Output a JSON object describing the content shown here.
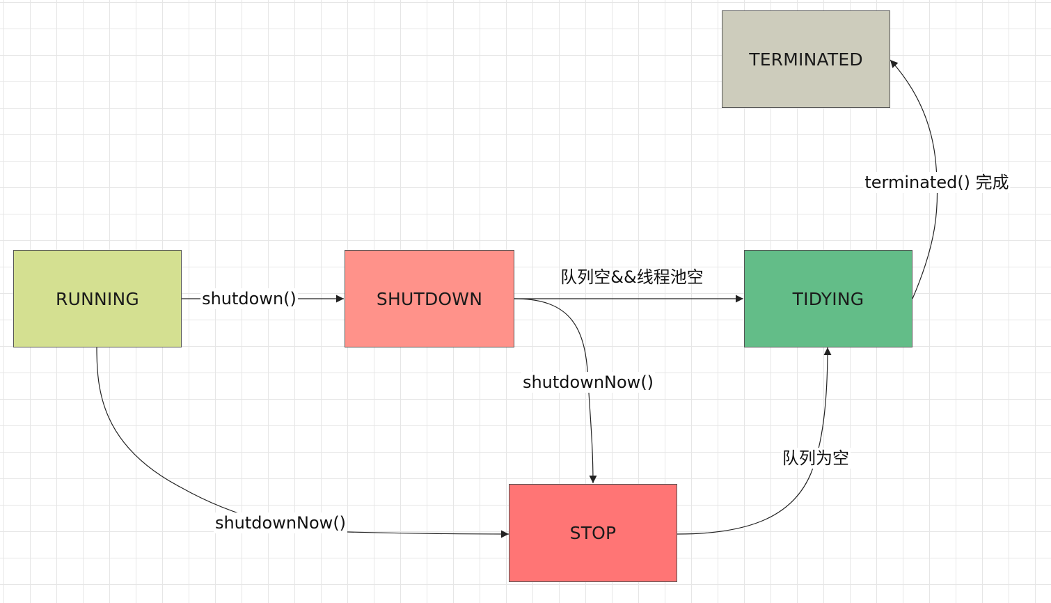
{
  "states": {
    "running": {
      "label": "RUNNING",
      "color": "#d4e091"
    },
    "shutdown": {
      "label": "SHUTDOWN",
      "color": "#ff928a"
    },
    "tidying": {
      "label": "TIDYING",
      "color": "#63bd88"
    },
    "terminated": {
      "label": "TERMINATED",
      "color": "#cdccbc"
    },
    "stop": {
      "label": "STOP",
      "color": "#ff7575"
    }
  },
  "transitions": {
    "running_to_shutdown": {
      "label": "shutdown()"
    },
    "shutdown_to_tidying": {
      "label": "队列空&&线程池空"
    },
    "shutdown_to_stop": {
      "label": "shutdownNow()"
    },
    "running_to_stop": {
      "label": "shutdownNow()"
    },
    "stop_to_tidying": {
      "label": "队列为空"
    },
    "tidying_to_terminated": {
      "label": "terminated() 完成"
    }
  },
  "edge_color": "#222222"
}
